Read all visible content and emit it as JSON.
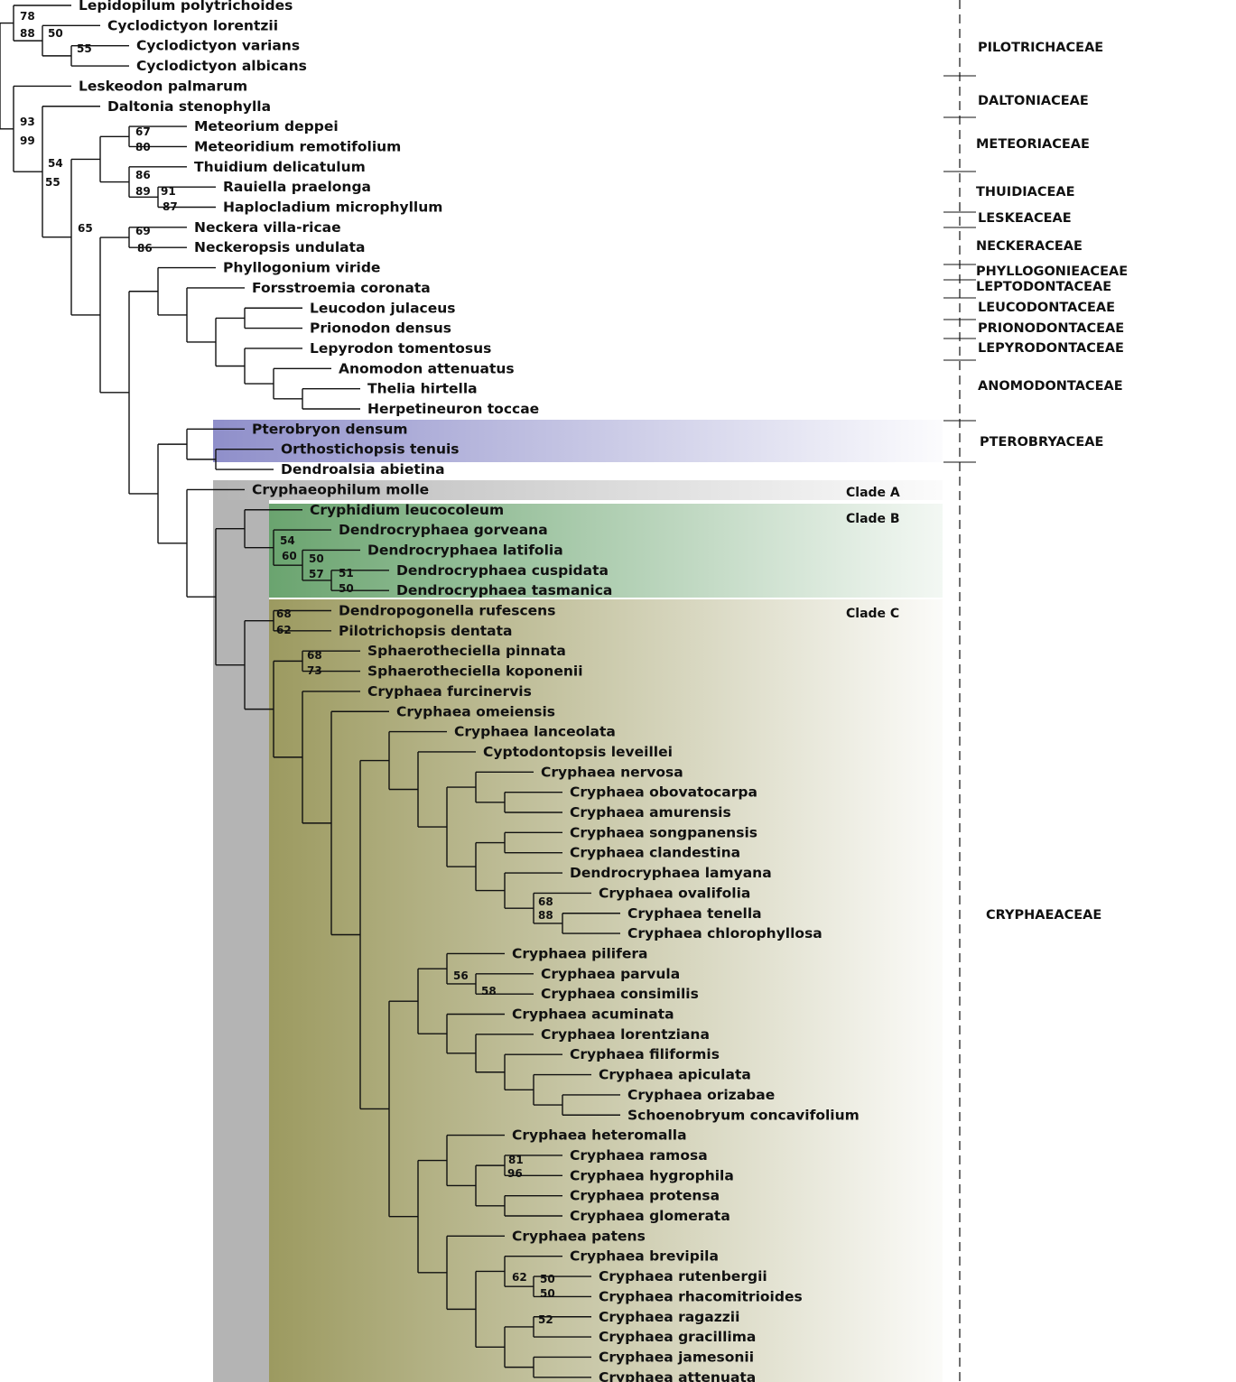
{
  "taxa": [
    "Lepidopilum polytrichoides",
    "Cyclodictyon lorentzii",
    "Cyclodictyon varians",
    "Cyclodictyon albicans",
    "Leskeodon palmarum",
    "Daltonia stenophylla",
    "Meteorium deppei",
    "Meteoridium remotifolium",
    "Thuidium delicatulum",
    "Rauiella praelonga",
    "Haplocladium microphyllum",
    "Neckera villa-ricae",
    "Neckeropsis undulata",
    "Phyllogonium viride",
    "Forsstroemia coronata",
    "Leucodon julaceus",
    "Prionodon densus",
    "Lepyrodon tomentosus",
    "Anomodon attenuatus",
    "Thelia hirtella",
    "Herpetineuron toccae",
    "Pterobryon densum",
    "Orthostichopsis tenuis",
    "Dendroalsia abietina",
    "Cryphaeophilum molle",
    "Cryphidium leucocoleum",
    "Dendrocryphaea gorveana",
    "Dendrocryphaea latifolia",
    "Dendrocryphaea cuspidata",
    "Dendrocryphaea tasmanica",
    "Dendropogonella rufescens",
    "Pilotrichopsis dentata",
    "Sphaerotheciella pinnata",
    "Sphaerotheciella koponenii",
    "Cryphaea furcinervis",
    "Cryphaea omeiensis",
    "Cryphaea lanceolata",
    "Cyptodontopsis leveillei",
    "Cryphaea nervosa",
    "Cryphaea obovatocarpa",
    "Cryphaea amurensis",
    "Cryphaea songpanensis",
    "Cryphaea clandestina",
    "Dendrocryphaea lamyana",
    "Cryphaea ovalifolia",
    "Cryphaea tenella",
    "Cryphaea chlorophyllosa",
    "Cryphaea pilifera",
    "Cryphaea parvula",
    "Cryphaea consimilis",
    "Cryphaea acuminata",
    "Cryphaea lorentziana",
    "Cryphaea filiformis",
    "Cryphaea apiculata",
    "Cryphaea orizabae",
    "Schoenobryum concavifolium",
    "Cryphaea heteromalla",
    "Cryphaea ramosa",
    "Cryphaea hygrophila",
    "Cryphaea protensa",
    "Cryphaea glomerata",
    "Cryphaea patens",
    "Cryphaea brevipila",
    "Cryphaea rutenbergii",
    "Cryphaea rhacomitrioides",
    "Cryphaea ragazzii",
    "Cryphaea gracillima",
    "Cryphaea jamesonii",
    "Cryphaea attenuata"
  ],
  "support_values": [
    "78",
    "88",
    "50",
    "55",
    "93",
    "99",
    "54",
    "55",
    "67",
    "80",
    "86",
    "89",
    "91",
    "87",
    "65",
    "69",
    "86",
    "54",
    "60",
    "50",
    "57",
    "51",
    "50",
    "68",
    "62",
    "68",
    "73",
    "68",
    "88",
    "56",
    "58",
    "81",
    "96",
    "62",
    "50",
    "50",
    "52"
  ],
  "families": [
    "PILOTRICHACEAE",
    "DALTONIACEAE",
    "METEORIACEAE",
    "THUIDIACEAE",
    "LESKEACEAE",
    "NECKERACEAE",
    "PHYLLOGONIEACEAE",
    "LEPTODONTACEAE",
    "LEUCODONTACEAE",
    "PRIONODONTACEAE",
    "LEPYRODONTACEAE",
    "ANOMODONTACEAE",
    "PTEROBRYACEAE",
    "CRYPHAEACEAE"
  ],
  "clades": [
    "Clade A",
    "Clade B",
    "Clade C"
  ],
  "colors": {
    "pterobryaceae_band": "#8f8fca",
    "clade_a_band": "#b4b4b4",
    "clade_b_band": "#6aa46f",
    "clade_c_band": "#9c9a60",
    "branch": "#111111"
  }
}
